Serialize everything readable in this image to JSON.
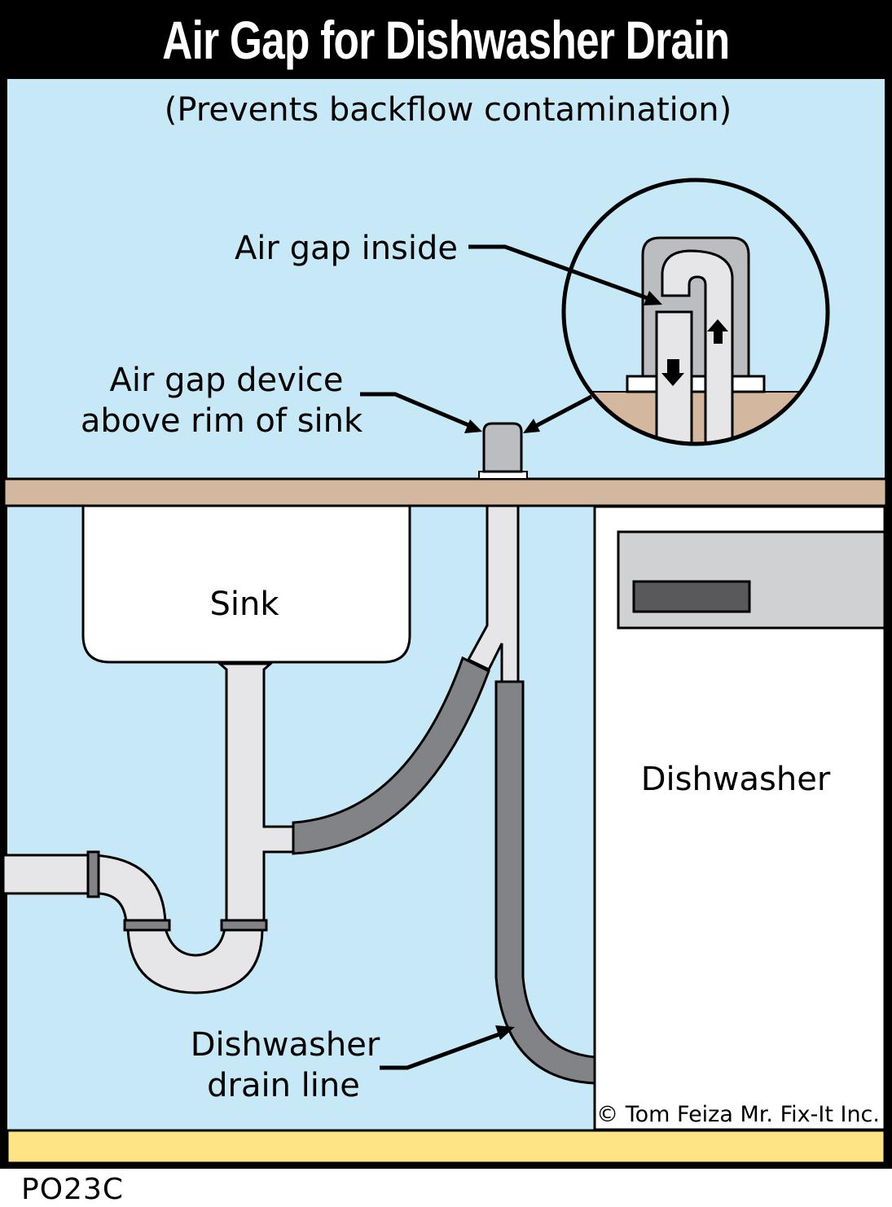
{
  "title": "Air Gap for Dishwasher Drain",
  "subtitle": "(Prevents backflow contamination)",
  "labels": {
    "air_gap_inside": "Air gap inside",
    "air_gap_device_line1": "Air gap device",
    "air_gap_device_line2": "above rim of sink",
    "sink": "Sink",
    "dishwasher": "Dishwasher",
    "drain_line_line1": "Dishwasher",
    "drain_line_line2": "drain line"
  },
  "copyright": "© Tom Feiza Mr. Fix-It Inc.",
  "figure_code": "PO23C",
  "colors": {
    "background": "#c7e9f7",
    "countertop": "#d3b89f",
    "pipe": "#e6e6e8",
    "hose": "#828387",
    "device": "#bcbdc1",
    "floor": "#fee484",
    "panel": "#d0d1d3",
    "control": "#59595b"
  }
}
